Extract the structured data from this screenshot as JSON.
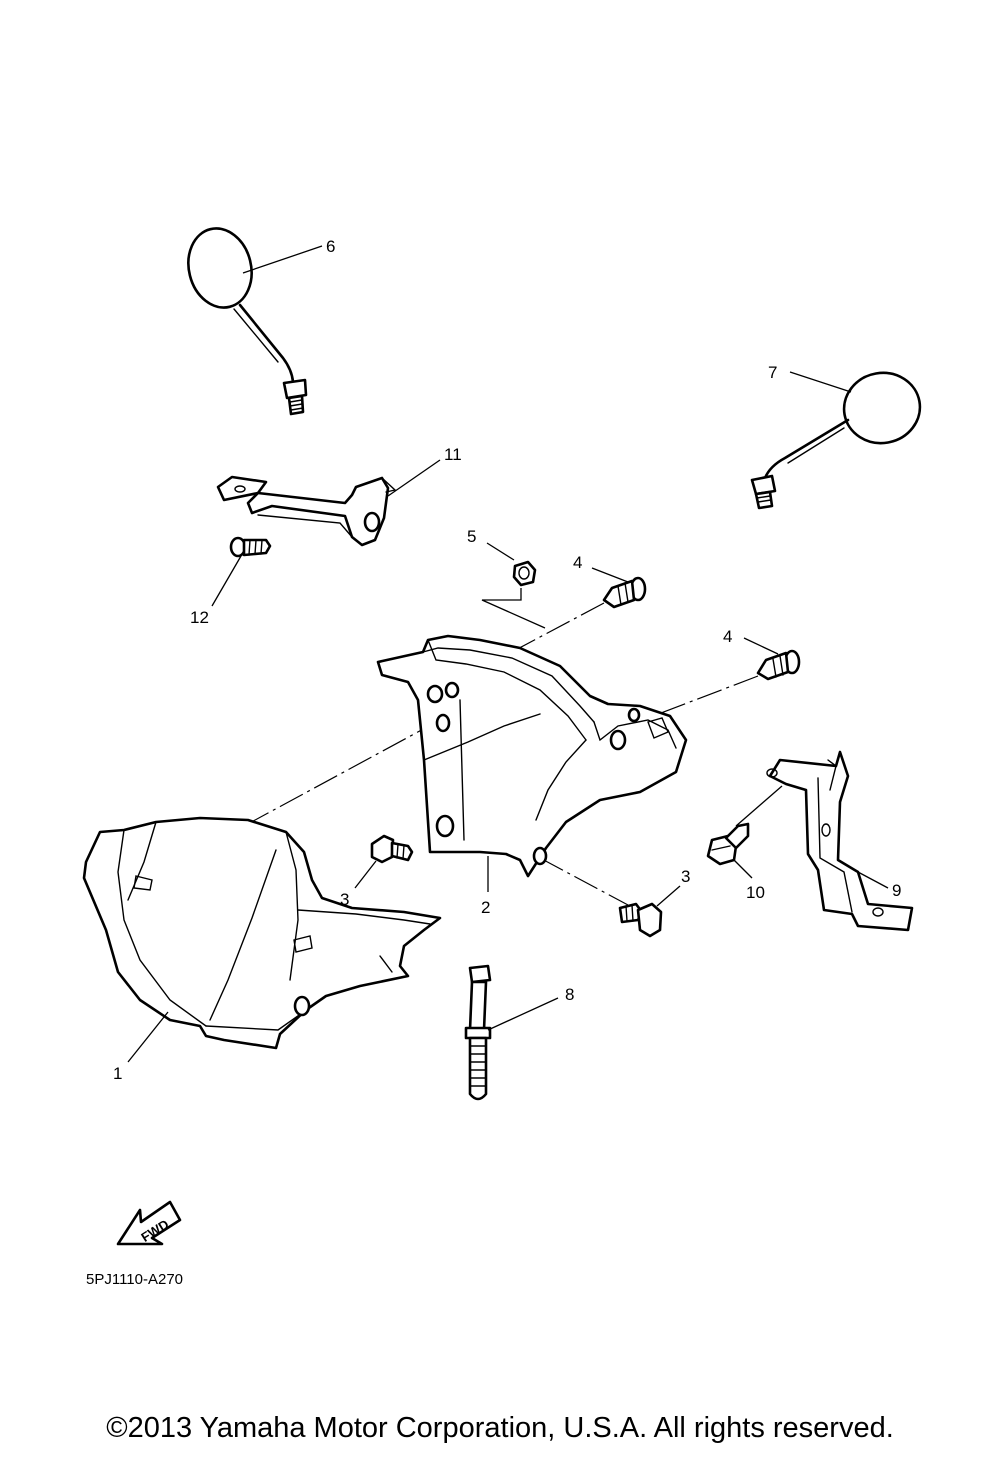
{
  "diagram": {
    "code": "5PJ1110-A270",
    "fwd_label": "FWD",
    "callouts": {
      "part1": "1",
      "part2": "2",
      "part3a": "3",
      "part3b": "3",
      "part4a": "4",
      "part4b": "4",
      "part5": "5",
      "part6": "6",
      "part7": "7",
      "part8": "8",
      "part9": "9",
      "part10": "10",
      "part11": "11",
      "part12": "12"
    }
  },
  "footer": {
    "copyright": "©2013 Yamaha Motor Corporation, U.S.A. All rights reserved."
  }
}
